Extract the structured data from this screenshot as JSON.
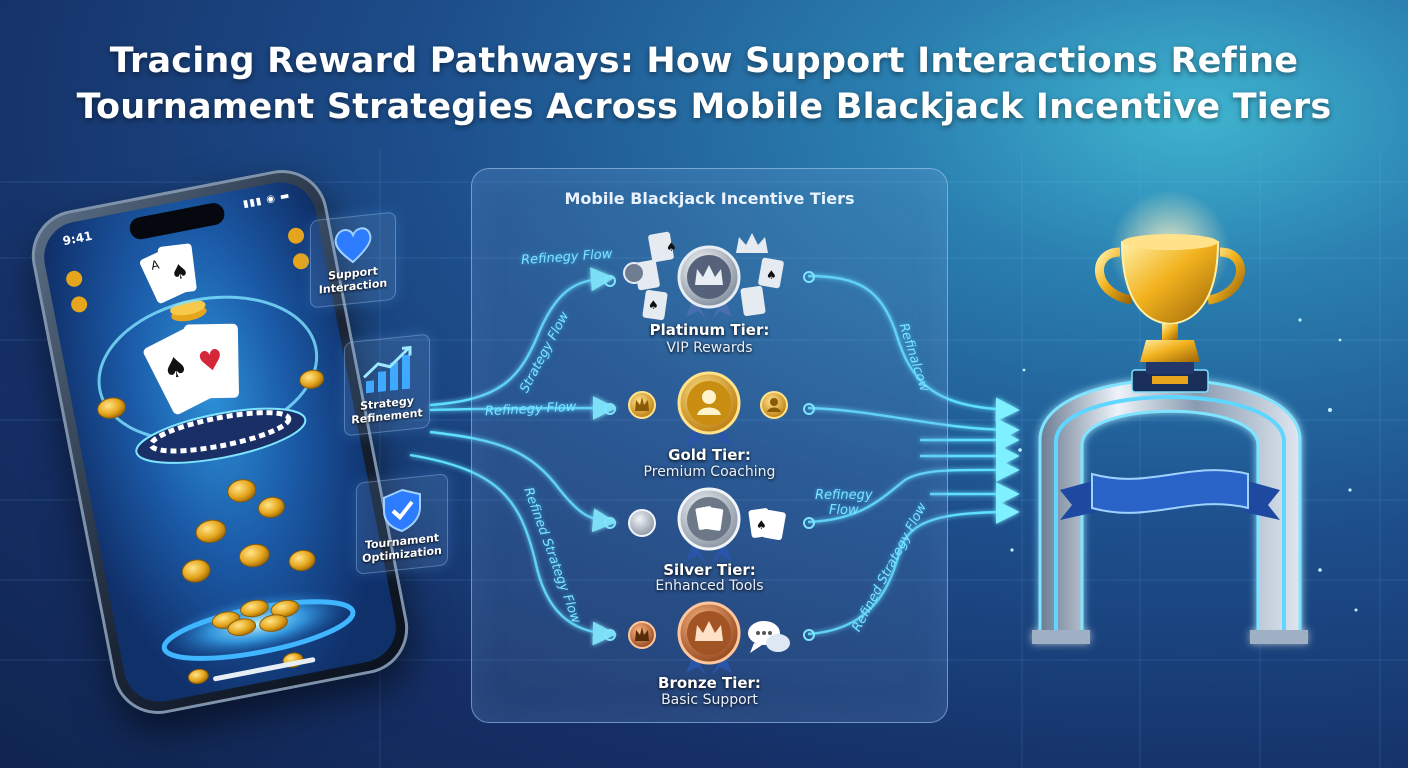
{
  "title": {
    "line1": "Tracing Reward Pathways: How Support Interactions Refine",
    "line2": "Tournament Strategies Across Mobile Blackjack Incentive Tiers"
  },
  "phone": {
    "status_time": "9:41",
    "status_icons": "▮▮▮ ◉ ▬"
  },
  "features": [
    {
      "label_line1": "Support",
      "label_line2": "Interaction",
      "icon": "heart-icon"
    },
    {
      "label_line1": "Strategy",
      "label_line2": "Refinement",
      "icon": "bar-chart-icon"
    },
    {
      "label_line1": "Tournament",
      "label_line2": "Optimization",
      "icon": "shield-check-icon"
    }
  ],
  "panel": {
    "title": "Mobile Blackjack Incentive Tiers",
    "tiers": [
      {
        "name": "Platinum Tier:",
        "desc": "VIP Rewards",
        "icon": "crown-medal-icon",
        "color": "#c9d3df"
      },
      {
        "name": "Gold Tier:",
        "desc": "Premium Coaching",
        "icon": "coach-medal-icon",
        "color": "#e3a92a"
      },
      {
        "name": "Silver Tier:",
        "desc": "Enhanced Tools",
        "icon": "cards-medal-icon",
        "color": "#b8c3cf"
      },
      {
        "name": "Bronze Tier:",
        "desc": "Basic Support",
        "icon": "crown-medal-icon",
        "color": "#c66d3a"
      }
    ]
  },
  "flow_labels": {
    "left_top": "Refinegy Flow",
    "left_curve": "Strategy Flow",
    "left_mid": "Refinegy Flow",
    "left_bottom": "Refined Strategy Flow",
    "right_top": "Refinalcow",
    "right_mid_line1": "Refinegy",
    "right_mid_line2": "Flow",
    "right_bottom": "Refined Strategy Flow"
  },
  "colors": {
    "flow": "#5fe0ff",
    "gold": "#f2b21e",
    "arch": "#c9d6e6",
    "banner": "#2a63c8"
  }
}
